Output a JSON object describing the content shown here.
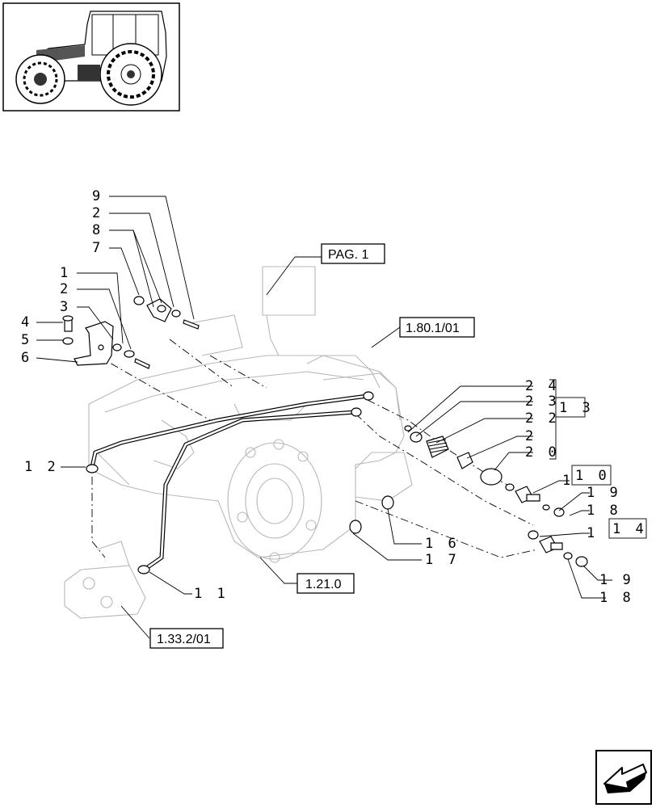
{
  "callouts": {
    "c1": "1",
    "c2a": "2",
    "c2b": "2",
    "c3": "3",
    "c4": "4",
    "c5": "5",
    "c6": "6",
    "c7": "7",
    "c8": "8",
    "c9": "9",
    "c11": "1 1",
    "c12": "1 2",
    "c16": "1 6",
    "c17": "1 7",
    "c18a": "1 8",
    "c18b": "1 8",
    "c19a": "1 9",
    "c19b": "1 9",
    "c20": "2 0",
    "c21": "2",
    "c22": "2 2",
    "c23": "2 3",
    "c24": "2 4",
    "c1_upper": "1",
    "c1_lower": "1"
  },
  "group_labels": {
    "g13": "1 3",
    "g10": "1 0",
    "g14": "1 4"
  },
  "references": {
    "pag": "PAG. 1",
    "r180": "1.80.1/01",
    "r121": "1.21.0",
    "r133": "1.33.2/01"
  },
  "icons": {
    "thumbnail": "tractor-thumbnail",
    "nav": "next-page-arrow-icon"
  }
}
